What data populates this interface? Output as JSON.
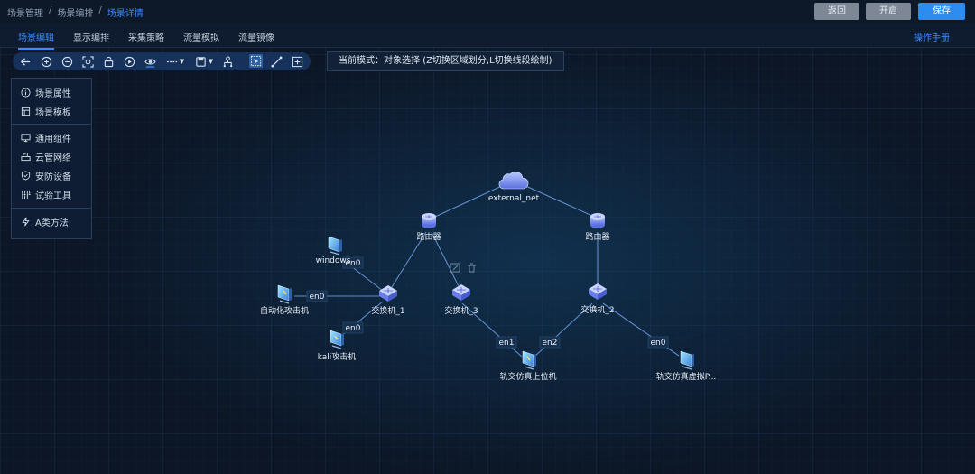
{
  "breadcrumb": [
    "场景管理",
    "场景编排",
    "场景详情"
  ],
  "buttons": {
    "back": "返回",
    "start": "开启",
    "save": "保存"
  },
  "tabs": [
    {
      "label": "场景编辑",
      "active": true
    },
    {
      "label": "显示编排",
      "active": false
    },
    {
      "label": "采集策略",
      "active": false
    },
    {
      "label": "流量模拟",
      "active": false
    },
    {
      "label": "流量镜像",
      "active": false
    }
  ],
  "manual_link": "操作手册",
  "mode_text": "当前模式：对象选择 (Z切换区域划分,L切换线段绘制)",
  "toolbar_icons": [
    "arrow-left-icon",
    "zoom-in-icon",
    "zoom-out-icon",
    "fit-screen-icon",
    "lock-icon",
    "play-icon",
    "eye-icon",
    "line-style-icon",
    "save-dropdown-icon",
    "tree-icon",
    "select-mode-icon",
    "draw-line-icon",
    "add-node-icon"
  ],
  "sidebar": {
    "group1": [
      "场景属性",
      "场景模板"
    ],
    "group2": [
      "通用组件",
      "云管网络",
      "安防设备",
      "试验工具"
    ],
    "group3": [
      "A类方法"
    ]
  },
  "nodes": {
    "cloud": "external_net",
    "router1": "路由器",
    "router2": "路由器",
    "switch1": "交换机_1",
    "switch2": "交换机_2",
    "switch3": "交换机_3",
    "windows": "windows",
    "auto_attack": "自动化攻击机",
    "kali": "kali攻击机",
    "upper": "轨交仿真上位机",
    "virtual": "轨交仿真虚拟P..."
  },
  "interfaces": {
    "windows_if": "en0",
    "auto_if": "en0",
    "kali_if": "en0",
    "upper_if1": "en1",
    "upper_if2": "en2",
    "virtual_if": "en0"
  },
  "colors": {
    "accent": "#3d8cff",
    "link": "#5e8dcc"
  }
}
